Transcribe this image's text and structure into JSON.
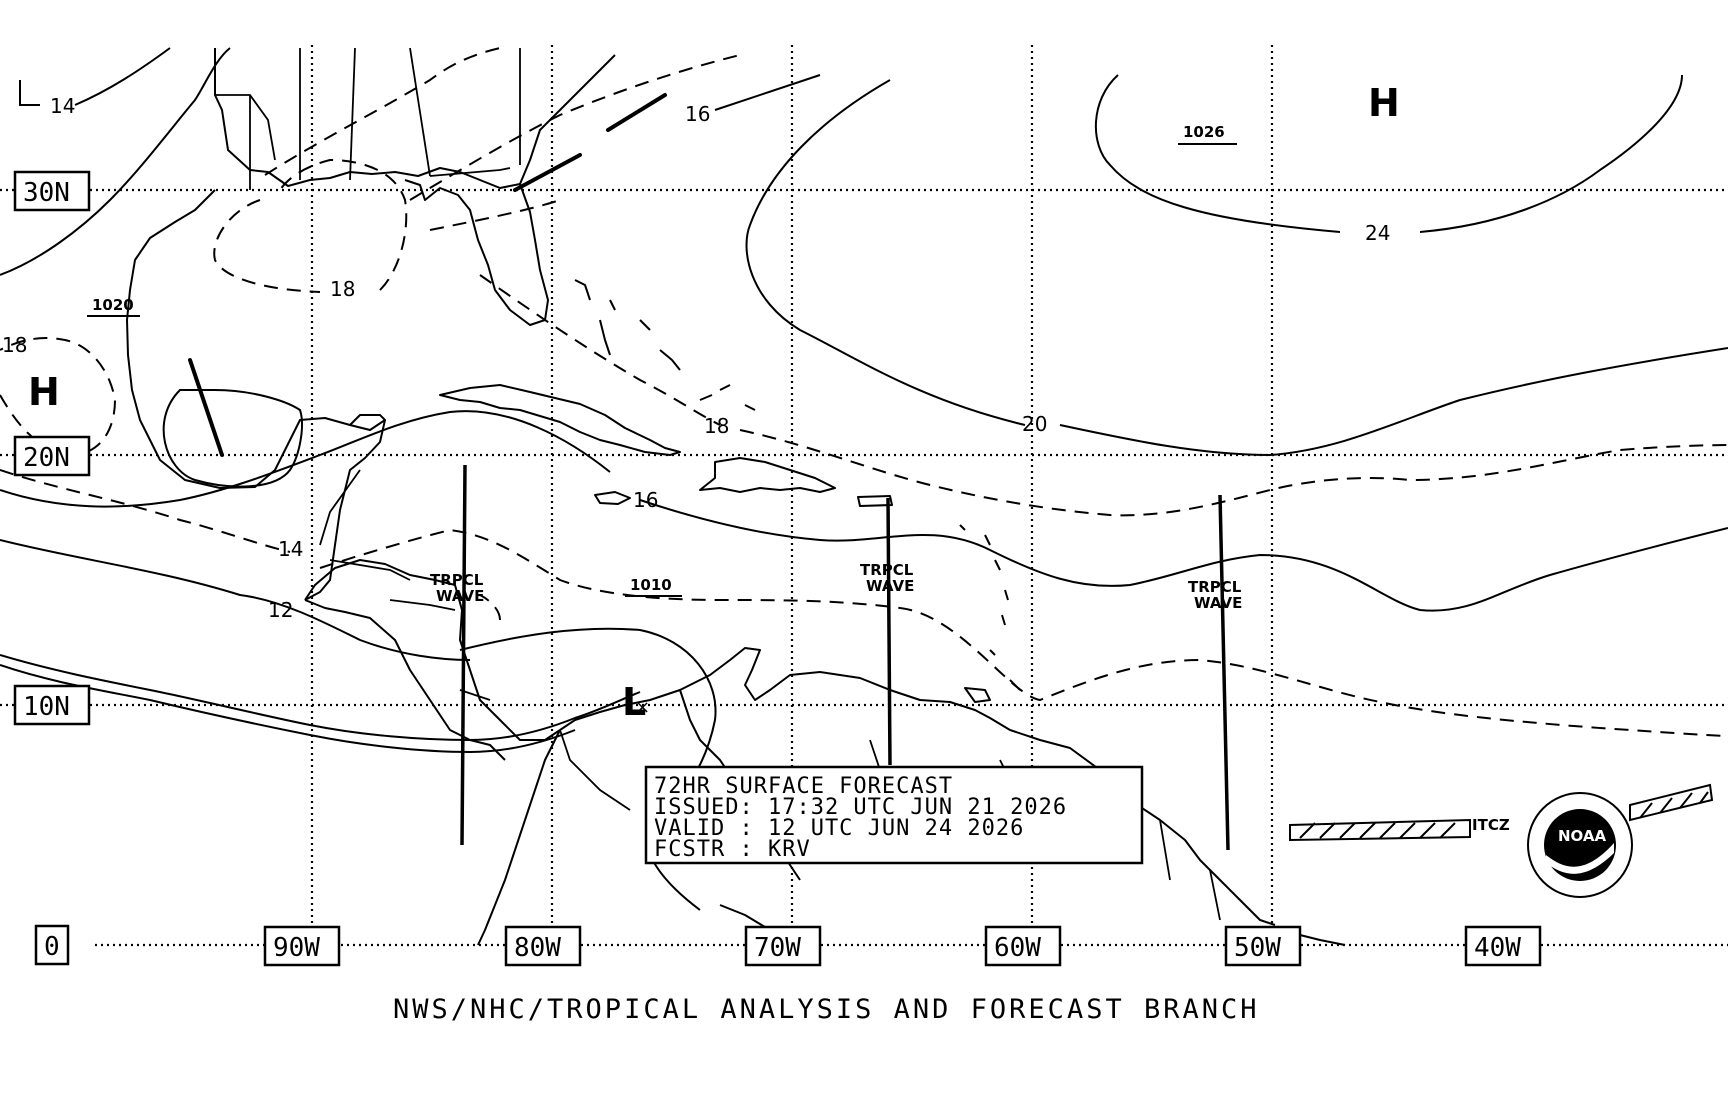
{
  "map": {
    "latitude_labels": [
      "30N",
      "20N",
      "10N"
    ],
    "longitude_labels": [
      "90W",
      "80W",
      "70W",
      "60W",
      "50W",
      "40W"
    ],
    "corner_label": "0"
  },
  "isobars": {
    "labels": [
      "14",
      "16",
      "18",
      "18",
      "18",
      "20",
      "24",
      "16",
      "14",
      "12"
    ]
  },
  "pressure_centers": [
    {
      "type": "H",
      "value": "1026"
    },
    {
      "type": "H",
      "value": "1020"
    },
    {
      "type": "L",
      "value": "1010"
    }
  ],
  "tropical_waves": [
    {
      "label_line1": "TRPCL",
      "label_line2": "WAVE"
    },
    {
      "label_line1": "TRPCL",
      "label_line2": "WAVE"
    },
    {
      "label_line1": "TRPCL",
      "label_line2": "WAVE"
    }
  ],
  "itcz_label": "ITCZ",
  "logo": {
    "text": "NOAA"
  },
  "info_box": {
    "line1": "72HR SURFACE FORECAST",
    "line2": "ISSUED: 17:32 UTC JUN 21 2026",
    "line3": "VALID : 12 UTC JUN 24 2026",
    "line4": "FCSTR : KRV"
  },
  "footer": "NWS/NHC/TROPICAL ANALYSIS AND FORECAST BRANCH"
}
